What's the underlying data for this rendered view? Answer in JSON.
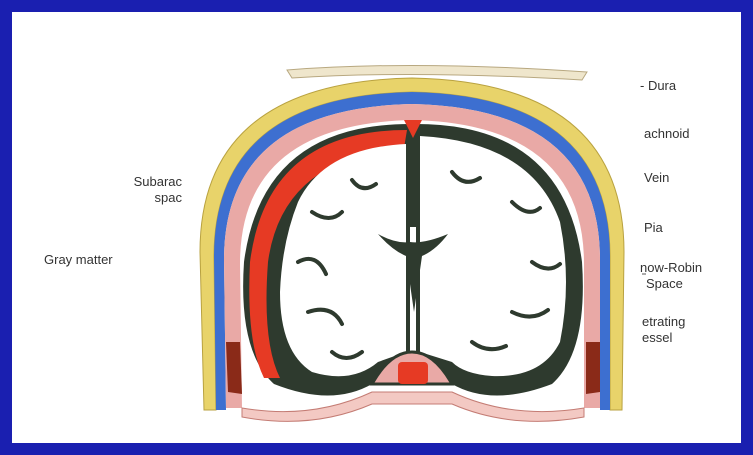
{
  "labels": {
    "dura": "- Dura",
    "arachnoid": "achnoid",
    "vein": "Vein",
    "pia": "Pia",
    "virchow_robin_line1": "now-Robin",
    "virchow_robin_line2": "Space",
    "penetrating_line1": "etrating",
    "penetrating_line2": "essel",
    "subarachnoid_line1": "Subarac",
    "subarachnoid_line2": "spac",
    "gray_matter": "Gray matter"
  },
  "colors": {
    "frame": "#1a1fb0",
    "background": "#ffffff",
    "skull_yellow": "#e8d36a",
    "dura_blue": "#3d6fd0",
    "pia_pink": "#e9a9a6",
    "hemorrhage_red": "#e63a24",
    "cortex_dark": "#2e3a2e",
    "white_matter": "#ffffff"
  }
}
